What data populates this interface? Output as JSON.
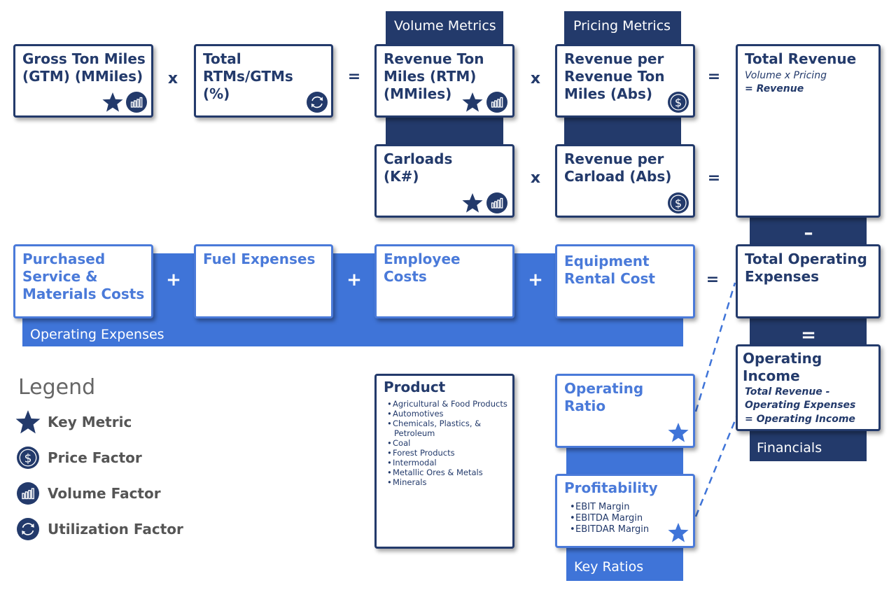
{
  "colors": {
    "navy": "#233a6b",
    "blue": "#4a7ad9",
    "band_blue": "#3f74d8",
    "legend_text": "#555555"
  },
  "bands": {
    "volume_metrics": "Volume Metrics",
    "pricing_metrics": "Pricing Metrics",
    "operating_expenses": "Operating Expenses",
    "financials": "Financials",
    "key_ratios": "Key Ratios"
  },
  "boxes": {
    "gtm": "Gross Ton Miles\n(GTM) (MMiles)",
    "rtm_gtm": "Total RTMs/GTMs\n(%)",
    "rtm": "Revenue Ton\nMiles (RTM)\n(MMiles)",
    "rev_per_rtm": "Revenue per\nRevenue Ton\nMiles (Abs)",
    "total_revenue": "Total Revenue",
    "total_revenue_formula": "Volume x Pricing",
    "total_revenue_result": "= Revenue",
    "carloads": "Carloads\n(K#)",
    "rev_per_carload": "Revenue per\nCarload (Abs)",
    "purchased": "Purchased\nService &\nMaterials Costs",
    "fuel": "Fuel Expenses",
    "employee": "Employee\nCosts",
    "equipment": "Equipment\nRental Cost",
    "total_opex": "Total Operating\nExpenses",
    "operating_income": "Operating\nIncome",
    "operating_income_formula": "Total Revenue -\nOperating Expenses",
    "operating_income_result": "= Operating Income",
    "product": "Product",
    "operating_ratio": "Operating\nRatio",
    "profitability": "Profitability"
  },
  "product_items": [
    "Agricultural & Food Products",
    "Automotives",
    "Chemicals, Plastics, &",
    "Petroleum",
    "Coal",
    "Forest Products",
    "Intermodal",
    "Metallic Ores & Metals",
    "Minerals"
  ],
  "profitability_items": [
    "EBIT Margin",
    "EBITDA Margin",
    "EBITDAR Margin"
  ],
  "operators": {
    "times": "x",
    "equals": "=",
    "plus": "+",
    "minus": "–"
  },
  "legend": {
    "title": "Legend",
    "key_metric": "Key Metric",
    "price_factor": "Price Factor",
    "volume_factor": "Volume Factor",
    "utilization_factor": "Utilization Factor"
  },
  "icons": [
    "star-icon",
    "bar-chart-icon",
    "dollar-icon",
    "cycle-icon"
  ]
}
